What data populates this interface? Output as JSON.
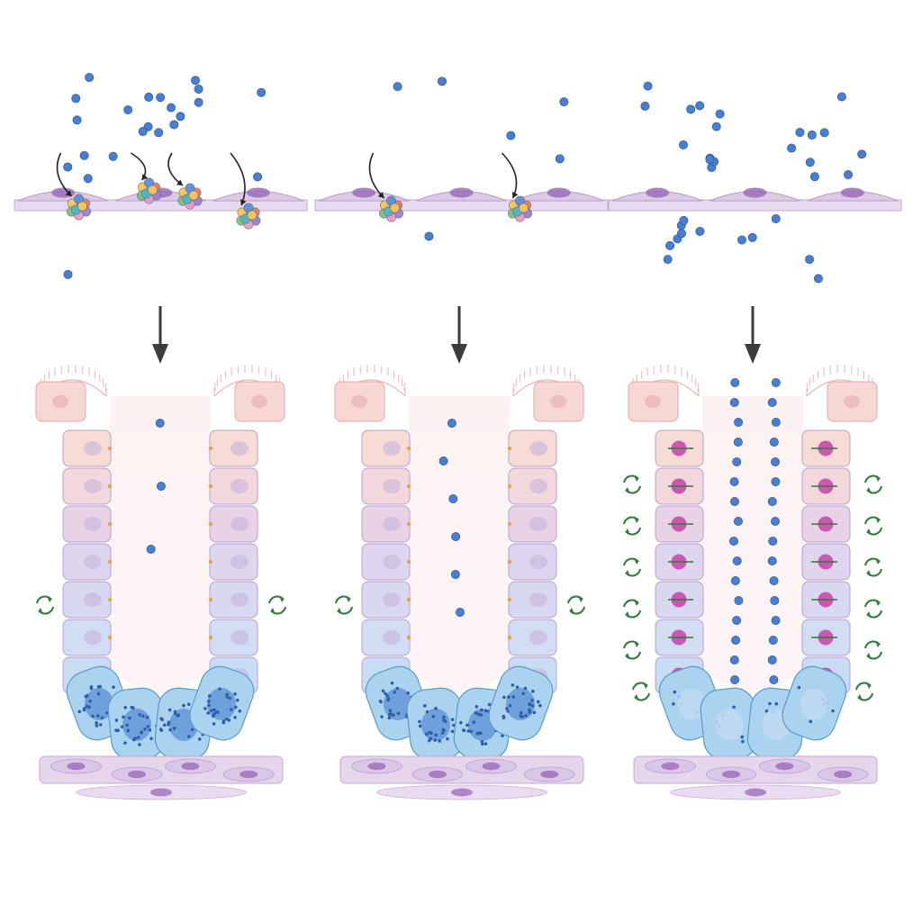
{
  "diagram": {
    "panels": [
      {
        "id": "left",
        "stroma_molecules": 22,
        "receptor_clusters": 4,
        "transport_arrows": 4,
        "lumen_molecules": 3,
        "crypt_recycle_markers": 2,
        "crypt_base_granule_level": "high",
        "magenta_nuclei": false
      },
      {
        "id": "middle",
        "stroma_molecules": 6,
        "receptor_clusters": 2,
        "transport_arrows": 2,
        "lumen_molecules": 6,
        "crypt_recycle_markers": 2,
        "crypt_base_granule_level": "high",
        "magenta_nuclei": false
      },
      {
        "id": "right",
        "stroma_molecules": 32,
        "receptor_clusters": 0,
        "transport_arrows": 0,
        "lumen_molecules": 32,
        "crypt_recycle_markers": 12,
        "crypt_base_granule_level": "low",
        "magenta_nuclei": true
      }
    ],
    "colors": {
      "molecule": "#4a7fd0",
      "membrane": "#dcc9e6",
      "membrane_nucleus": "#9a6cb8",
      "villus_top": "#f6d6d3",
      "villus_mid": "#e0d6ef",
      "villus_low": "#cfdcf3",
      "crypt_base": "#a9d3ee",
      "magenta_nucleus": "#c64aa8",
      "recycle_marker": "#2f7a3a",
      "down_arrow": "#3b3b40"
    }
  }
}
